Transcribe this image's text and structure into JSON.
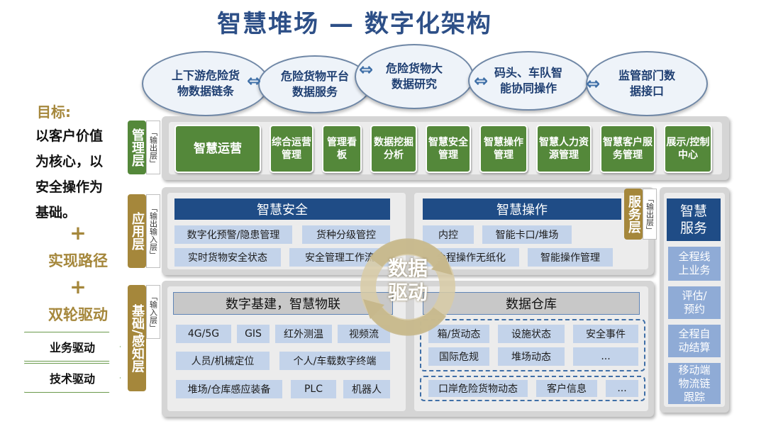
{
  "title": "智慧堆场 — 数字化架构",
  "clouds": [
    {
      "line1": "上下游危险货",
      "line2": "物数据链条"
    },
    {
      "line1": "危险货物平台",
      "line2": "数据服务"
    },
    {
      "line1": "危险货物大",
      "line2": "数据研究"
    },
    {
      "line1": "码头、车队智",
      "line2": "能协同操作"
    },
    {
      "line1": "监管部门数",
      "line2": "据接口"
    }
  ],
  "left": {
    "goal_label": "目标:",
    "goal_lines": [
      "以客户价值",
      "为核心，以",
      "安全操作为",
      "基础。"
    ],
    "plus": "+",
    "path": "实现路径",
    "dual": "双轮驱动",
    "driver1": "业务驱动",
    "driver2": "技术驱动"
  },
  "management": {
    "tag": "管理层",
    "sub": "「输出层」",
    "items": [
      "智慧运营",
      "综合运营管理",
      "管理看板",
      "数据挖掘分析",
      "智慧安全管理",
      "智慧操作管理",
      "智慧人力资源管理",
      "智慧客户服务管理",
      "展示/控制中心"
    ]
  },
  "application": {
    "tag": "应用层",
    "sub": "「输出输入层」",
    "safety": {
      "title": "智慧安全",
      "items": [
        "数字化预警/隐患管理",
        "货种分级管控",
        "实时货物安全状态",
        "安全管理工作流"
      ]
    },
    "operation": {
      "title": "智慧操作",
      "items": [
        "内控",
        "智能卡口/堆场",
        "全程操作无纸化",
        "智能操作管理"
      ]
    }
  },
  "foundation": {
    "tag": "基础/感知层",
    "sub": "「输入层」",
    "infra": {
      "title": "数字基建，智慧物联",
      "items": [
        "4G/5G",
        "GIS",
        "红外测温",
        "视频流",
        "人员/机械定位",
        "个人/车载数字终端",
        "堆场/仓库感应装备",
        "PLC",
        "机器人"
      ]
    },
    "warehouse": {
      "title": "数据仓库",
      "group1": [
        "箱/货动态",
        "设施状态",
        "安全事件",
        "国际危规",
        "堆场动态",
        "..."
      ],
      "group2": [
        "口岸危险货物动态",
        "客户信息",
        "..."
      ]
    }
  },
  "hub": {
    "line1": "数据",
    "line2": "驱动"
  },
  "service": {
    "tag": "服务层",
    "sub": "「输出层」",
    "title": "智慧服务",
    "items": [
      "全程线上业务",
      "评估/预约",
      "全程自动结算",
      "移动端物流链跟踪"
    ]
  }
}
